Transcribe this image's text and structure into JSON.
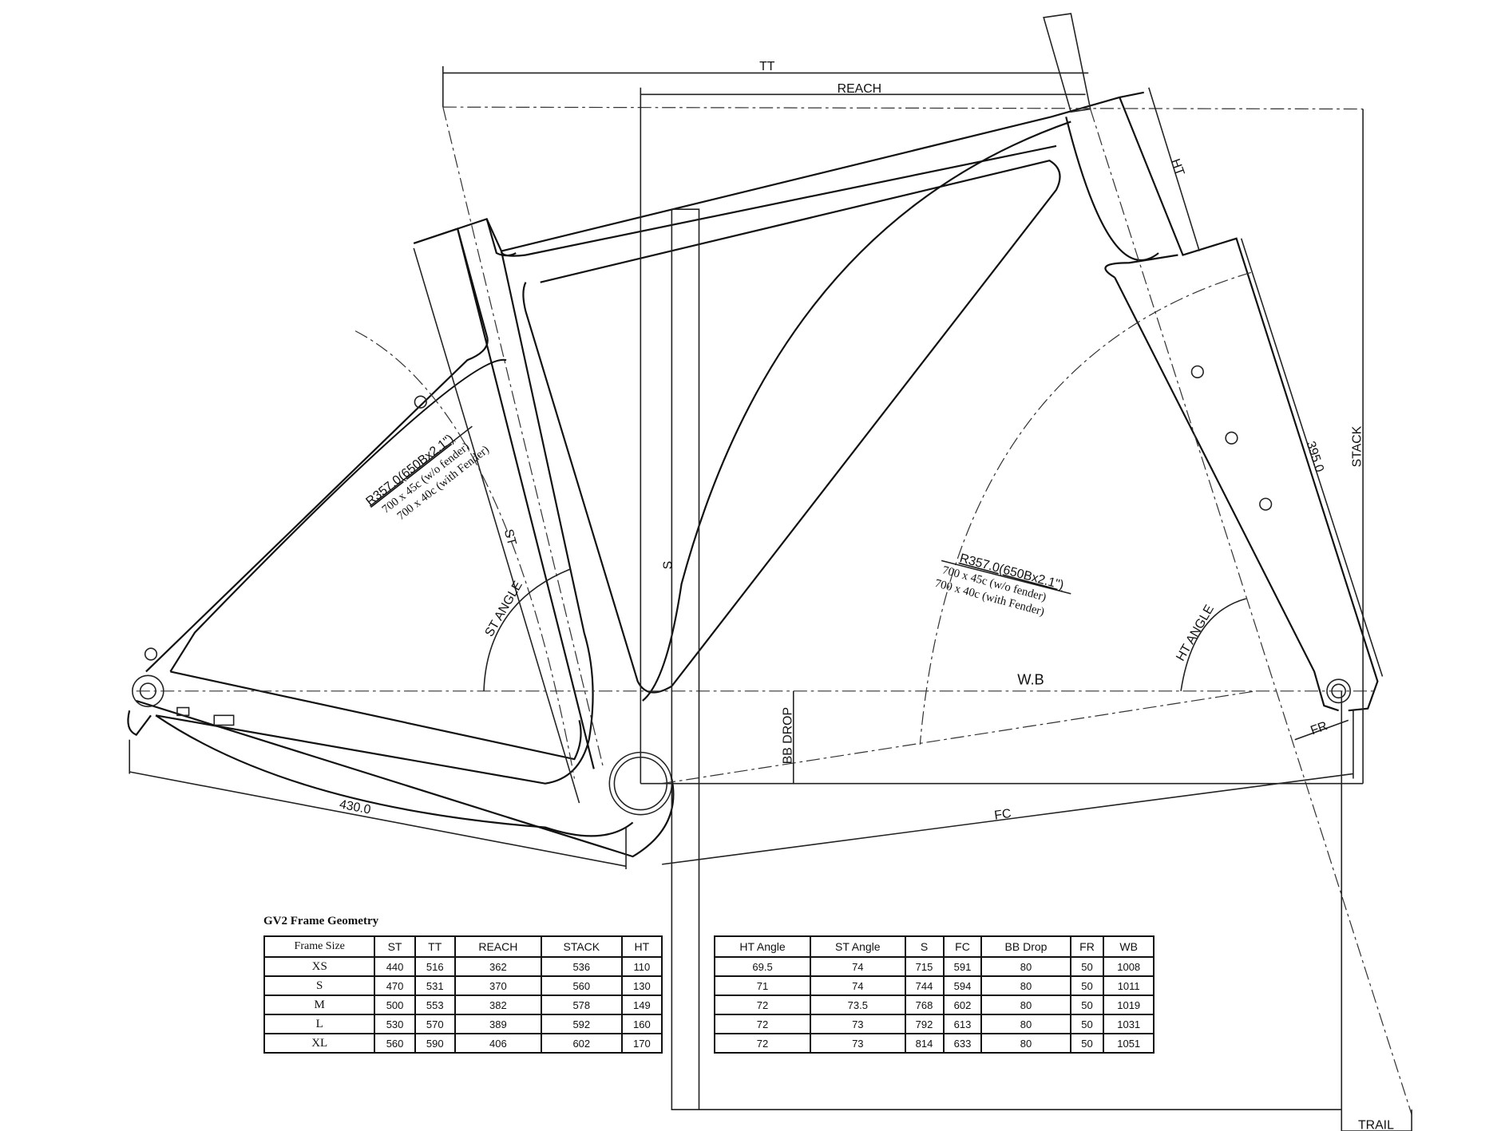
{
  "drawing": {
    "labels": {
      "tt": "TT",
      "reach": "REACH",
      "ht": "HT",
      "stack": "STACK",
      "fork_length": "395.0",
      "s": "S",
      "st": "ST",
      "st_angle": "ST ANGLE",
      "ht_angle": "HT ANGLE",
      "wb": "W.B",
      "bb_drop": "BB DROP",
      "fr": "FR",
      "fc": "FC",
      "chainstay": "430.0",
      "trail": "TRAIL",
      "rear_clearance": {
        "radius": "R357.0(650Bx2.1\")",
        "line1": "700 x 45c (w/o fender)",
        "line2": "700 x 40c (with Fender)"
      },
      "front_clearance": {
        "radius": "R357.0(650Bx2.1\")",
        "line1": "700 x 45c (w/o fender)",
        "line2": "700 x 40c (with Fender)"
      }
    }
  },
  "table_title": "GV2 Frame Geometry",
  "table1": {
    "headers": [
      "Frame Size",
      "ST",
      "TT",
      "REACH",
      "STACK",
      "HT"
    ],
    "rows": [
      [
        "XS",
        "440",
        "516",
        "362",
        "536",
        "110"
      ],
      [
        "S",
        "470",
        "531",
        "370",
        "560",
        "130"
      ],
      [
        "M",
        "500",
        "553",
        "382",
        "578",
        "149"
      ],
      [
        "L",
        "530",
        "570",
        "389",
        "592",
        "160"
      ],
      [
        "XL",
        "560",
        "590",
        "406",
        "602",
        "170"
      ]
    ]
  },
  "table2": {
    "headers": [
      "HT Angle",
      "ST Angle",
      "S",
      "FC",
      "BB Drop",
      "FR",
      "WB"
    ],
    "rows": [
      [
        "69.5",
        "74",
        "715",
        "591",
        "80",
        "50",
        "1008"
      ],
      [
        "71",
        "74",
        "744",
        "594",
        "80",
        "50",
        "1011"
      ],
      [
        "72",
        "73.5",
        "768",
        "602",
        "80",
        "50",
        "1019"
      ],
      [
        "72",
        "73",
        "792",
        "613",
        "80",
        "50",
        "1031"
      ],
      [
        "72",
        "73",
        "814",
        "633",
        "80",
        "50",
        "1051"
      ]
    ]
  }
}
